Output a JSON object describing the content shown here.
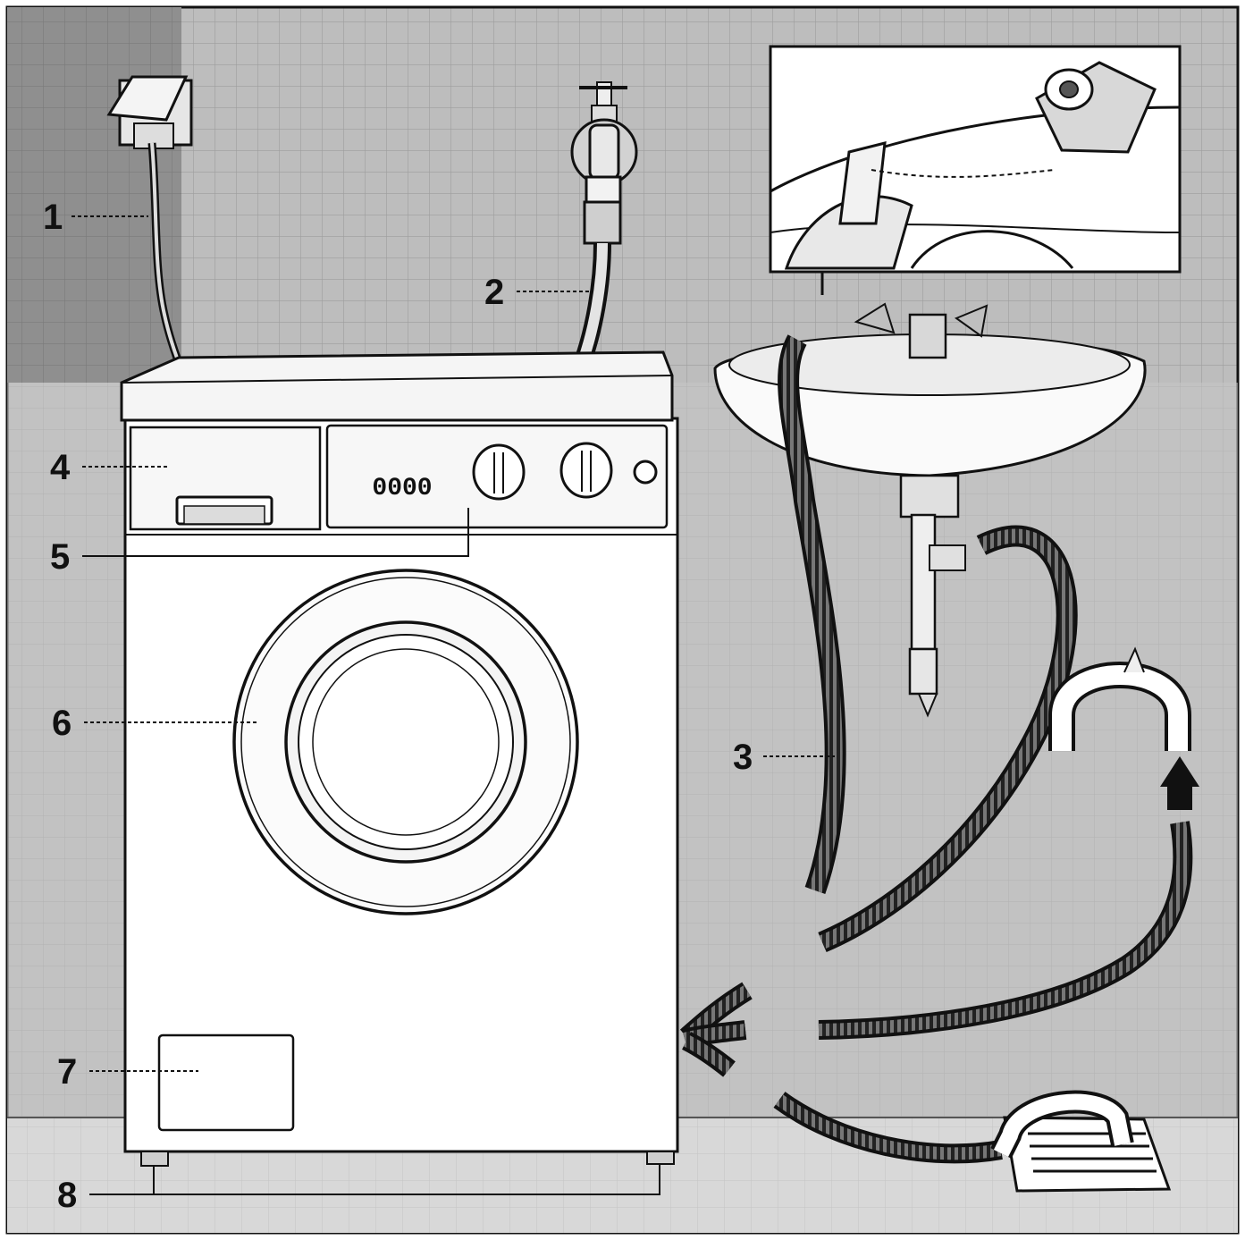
{
  "diagram": {
    "callouts": [
      {
        "id": "1",
        "label": "1",
        "target": "power-cable"
      },
      {
        "id": "2",
        "label": "2",
        "target": "water-inlet-hose"
      },
      {
        "id": "3",
        "label": "3",
        "target": "drain-hose"
      },
      {
        "id": "4",
        "label": "4",
        "target": "detergent-drawer"
      },
      {
        "id": "5",
        "label": "5",
        "target": "control-panel"
      },
      {
        "id": "6",
        "label": "6",
        "target": "loading-door"
      },
      {
        "id": "7",
        "label": "7",
        "target": "service-panel"
      },
      {
        "id": "8",
        "label": "8",
        "target": "adjustable-feet"
      }
    ],
    "control_panel": {
      "indicator_digits": "0000"
    }
  },
  "colors": {
    "wall_dark": "#8a8a8a",
    "wall_light": "#b9b9b9",
    "floor": "#d6d6d6",
    "machine": "#ffffff",
    "ink": "#111111"
  }
}
